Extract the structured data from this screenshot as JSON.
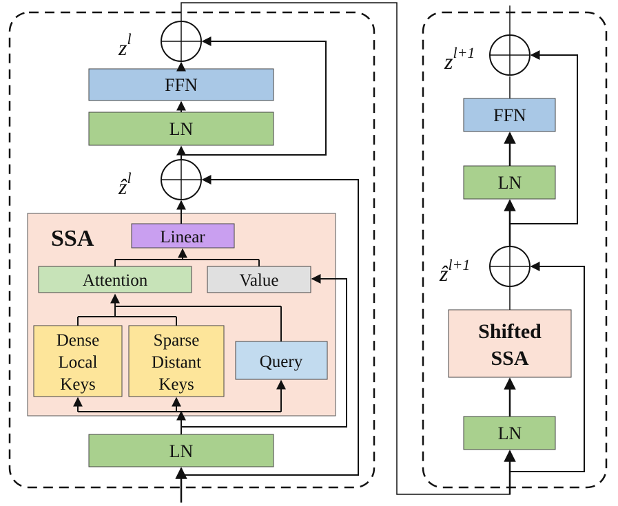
{
  "colors": {
    "ffn": "#a9c8e6",
    "ln": "#a9d08e",
    "ssa_region": "#fbe1d6",
    "linear": "#c99ff0",
    "attention": "#c7e3b8",
    "value": "#e0e0e0",
    "keys": "#fde59a",
    "query": "#c2dbef",
    "shifted_ssa": "#fbe1d6",
    "line": "#111111"
  },
  "left_block": {
    "output_symbol": "z",
    "output_superscript": "l",
    "mid_symbol": "ẑ",
    "mid_superscript": "l",
    "ffn_label": "FFN",
    "ln_top_label": "LN",
    "ssa_title": "SSA",
    "linear_label": "Linear",
    "attention_label": "Attention",
    "value_label": "Value",
    "dense_keys_label": [
      "Dense",
      "Local",
      "Keys"
    ],
    "sparse_keys_label": [
      "Sparse",
      "Distant",
      "Keys"
    ],
    "query_label": "Query",
    "ln_bottom_label": "LN"
  },
  "right_block": {
    "output_symbol": "z",
    "output_superscript": "l+1",
    "mid_symbol": "ẑ",
    "mid_superscript": "l+1",
    "ffn_label": "FFN",
    "ln_top_label": "LN",
    "shifted_ssa_label": [
      "Shifted",
      "SSA"
    ],
    "ln_bottom_label": "LN"
  }
}
